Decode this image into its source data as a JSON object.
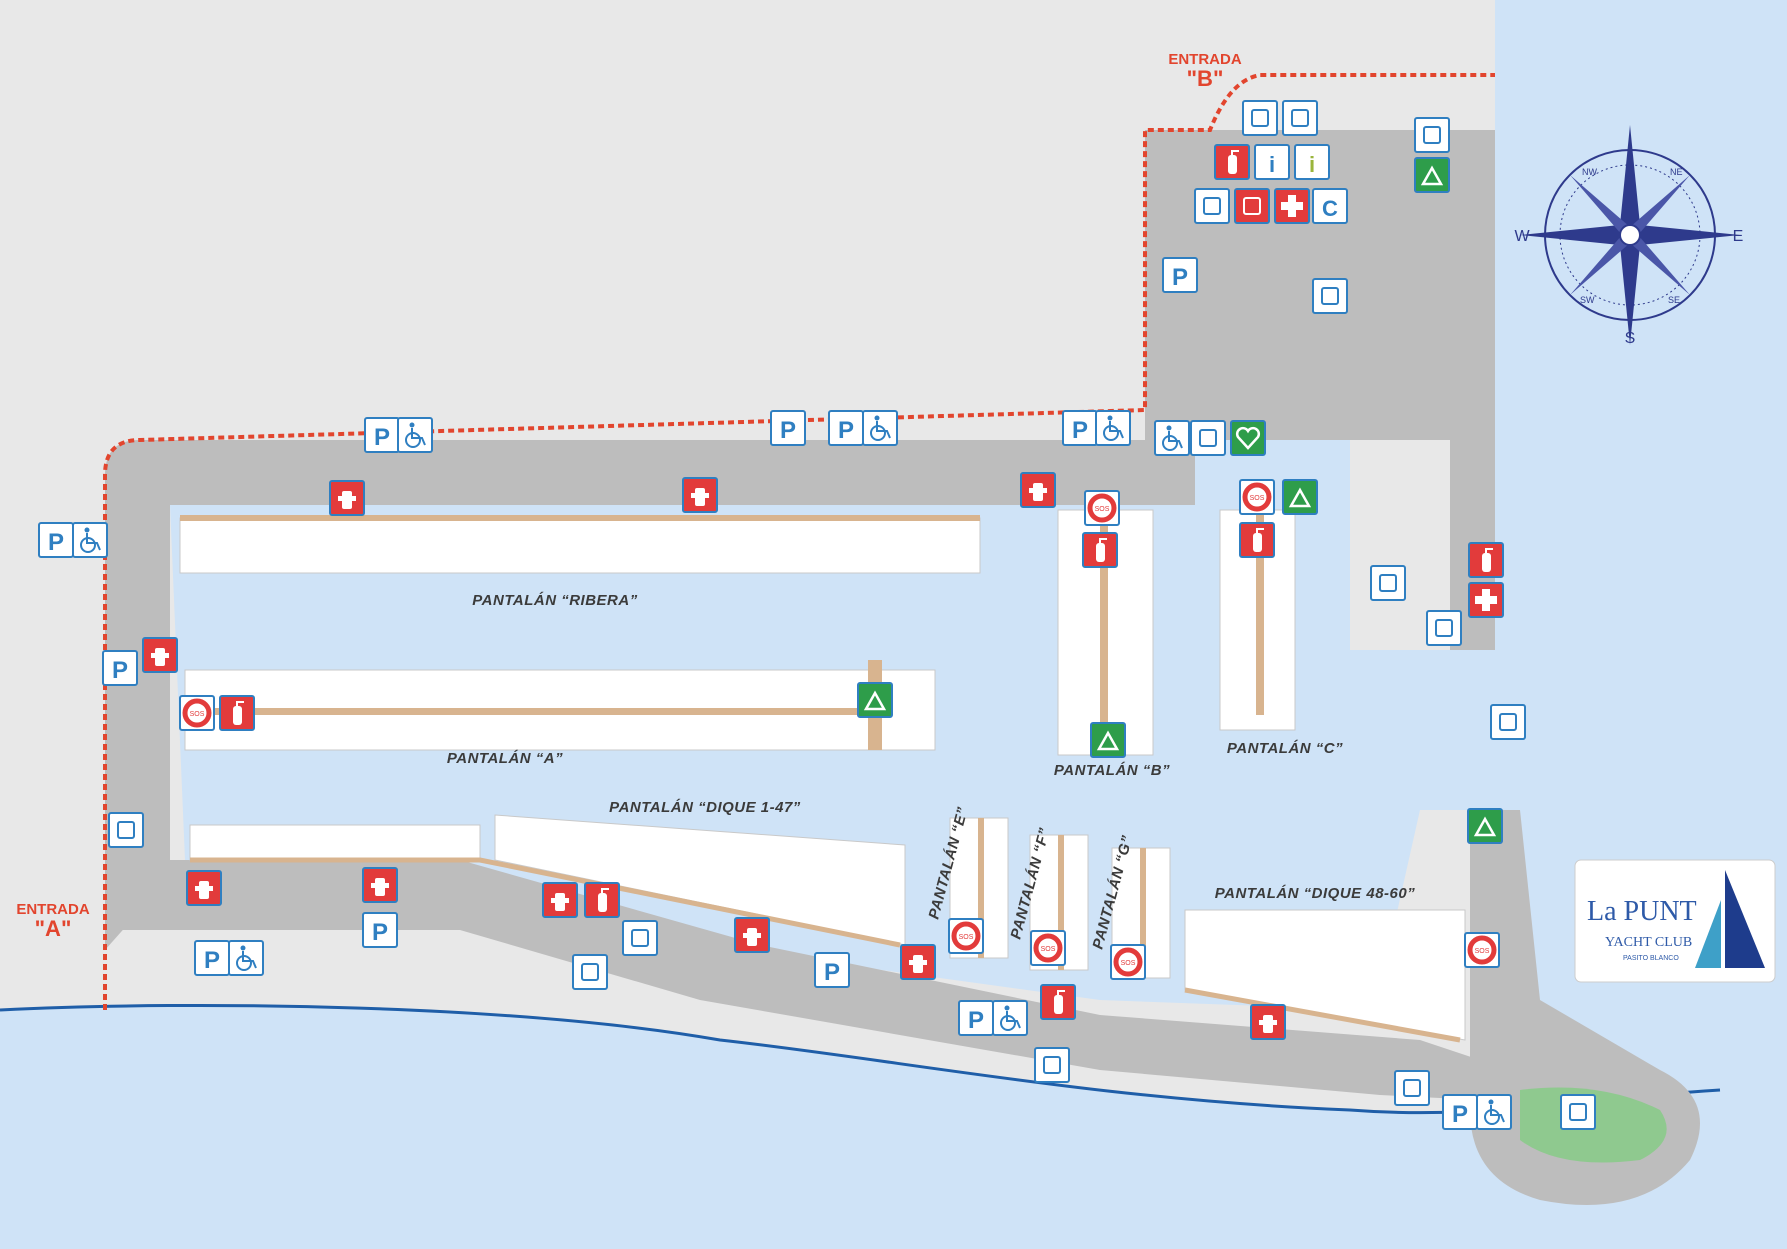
{
  "entrances": {
    "a_word": "ENTRADA",
    "a_letter": "\"A\"",
    "b_word": "ENTRADA",
    "b_letter": "\"B\""
  },
  "piers": {
    "ribera": "PANTALÁN “RIBERA”",
    "a": "PANTALÁN “A”",
    "b": "PANTALÁN “B”",
    "c": "PANTALÁN “C”",
    "dique1": "PANTALÁN “DIQUE 1-47”",
    "e": "PANTALÁN “E”",
    "f": "PANTALÁN “F”",
    "g": "PANTALÁN “G”",
    "dique48": "PANTALÁN “DIQUE 48-60”"
  },
  "compass": {
    "n": "",
    "s": "S",
    "e": "E",
    "w": "W",
    "ne": "NE",
    "nw": "NW",
    "se": "SE",
    "sw": "SW"
  },
  "logo": {
    "name": "La PUNT",
    "club": "YACHT CLUB",
    "place": "PASITO BLANCO"
  },
  "icon_labels": {
    "parking": "P",
    "customs": "C",
    "info": "i",
    "sos": "SOS"
  },
  "colors": {
    "water": "#cfe3f7",
    "land": "#e8e8e8",
    "road": "#bdbdbd",
    "pier_wood": "#d8b48f",
    "fence": "#e2452e",
    "service": "#2f7fc1",
    "hazard": "#e23b3b",
    "rescue": "#2e9d4a"
  }
}
